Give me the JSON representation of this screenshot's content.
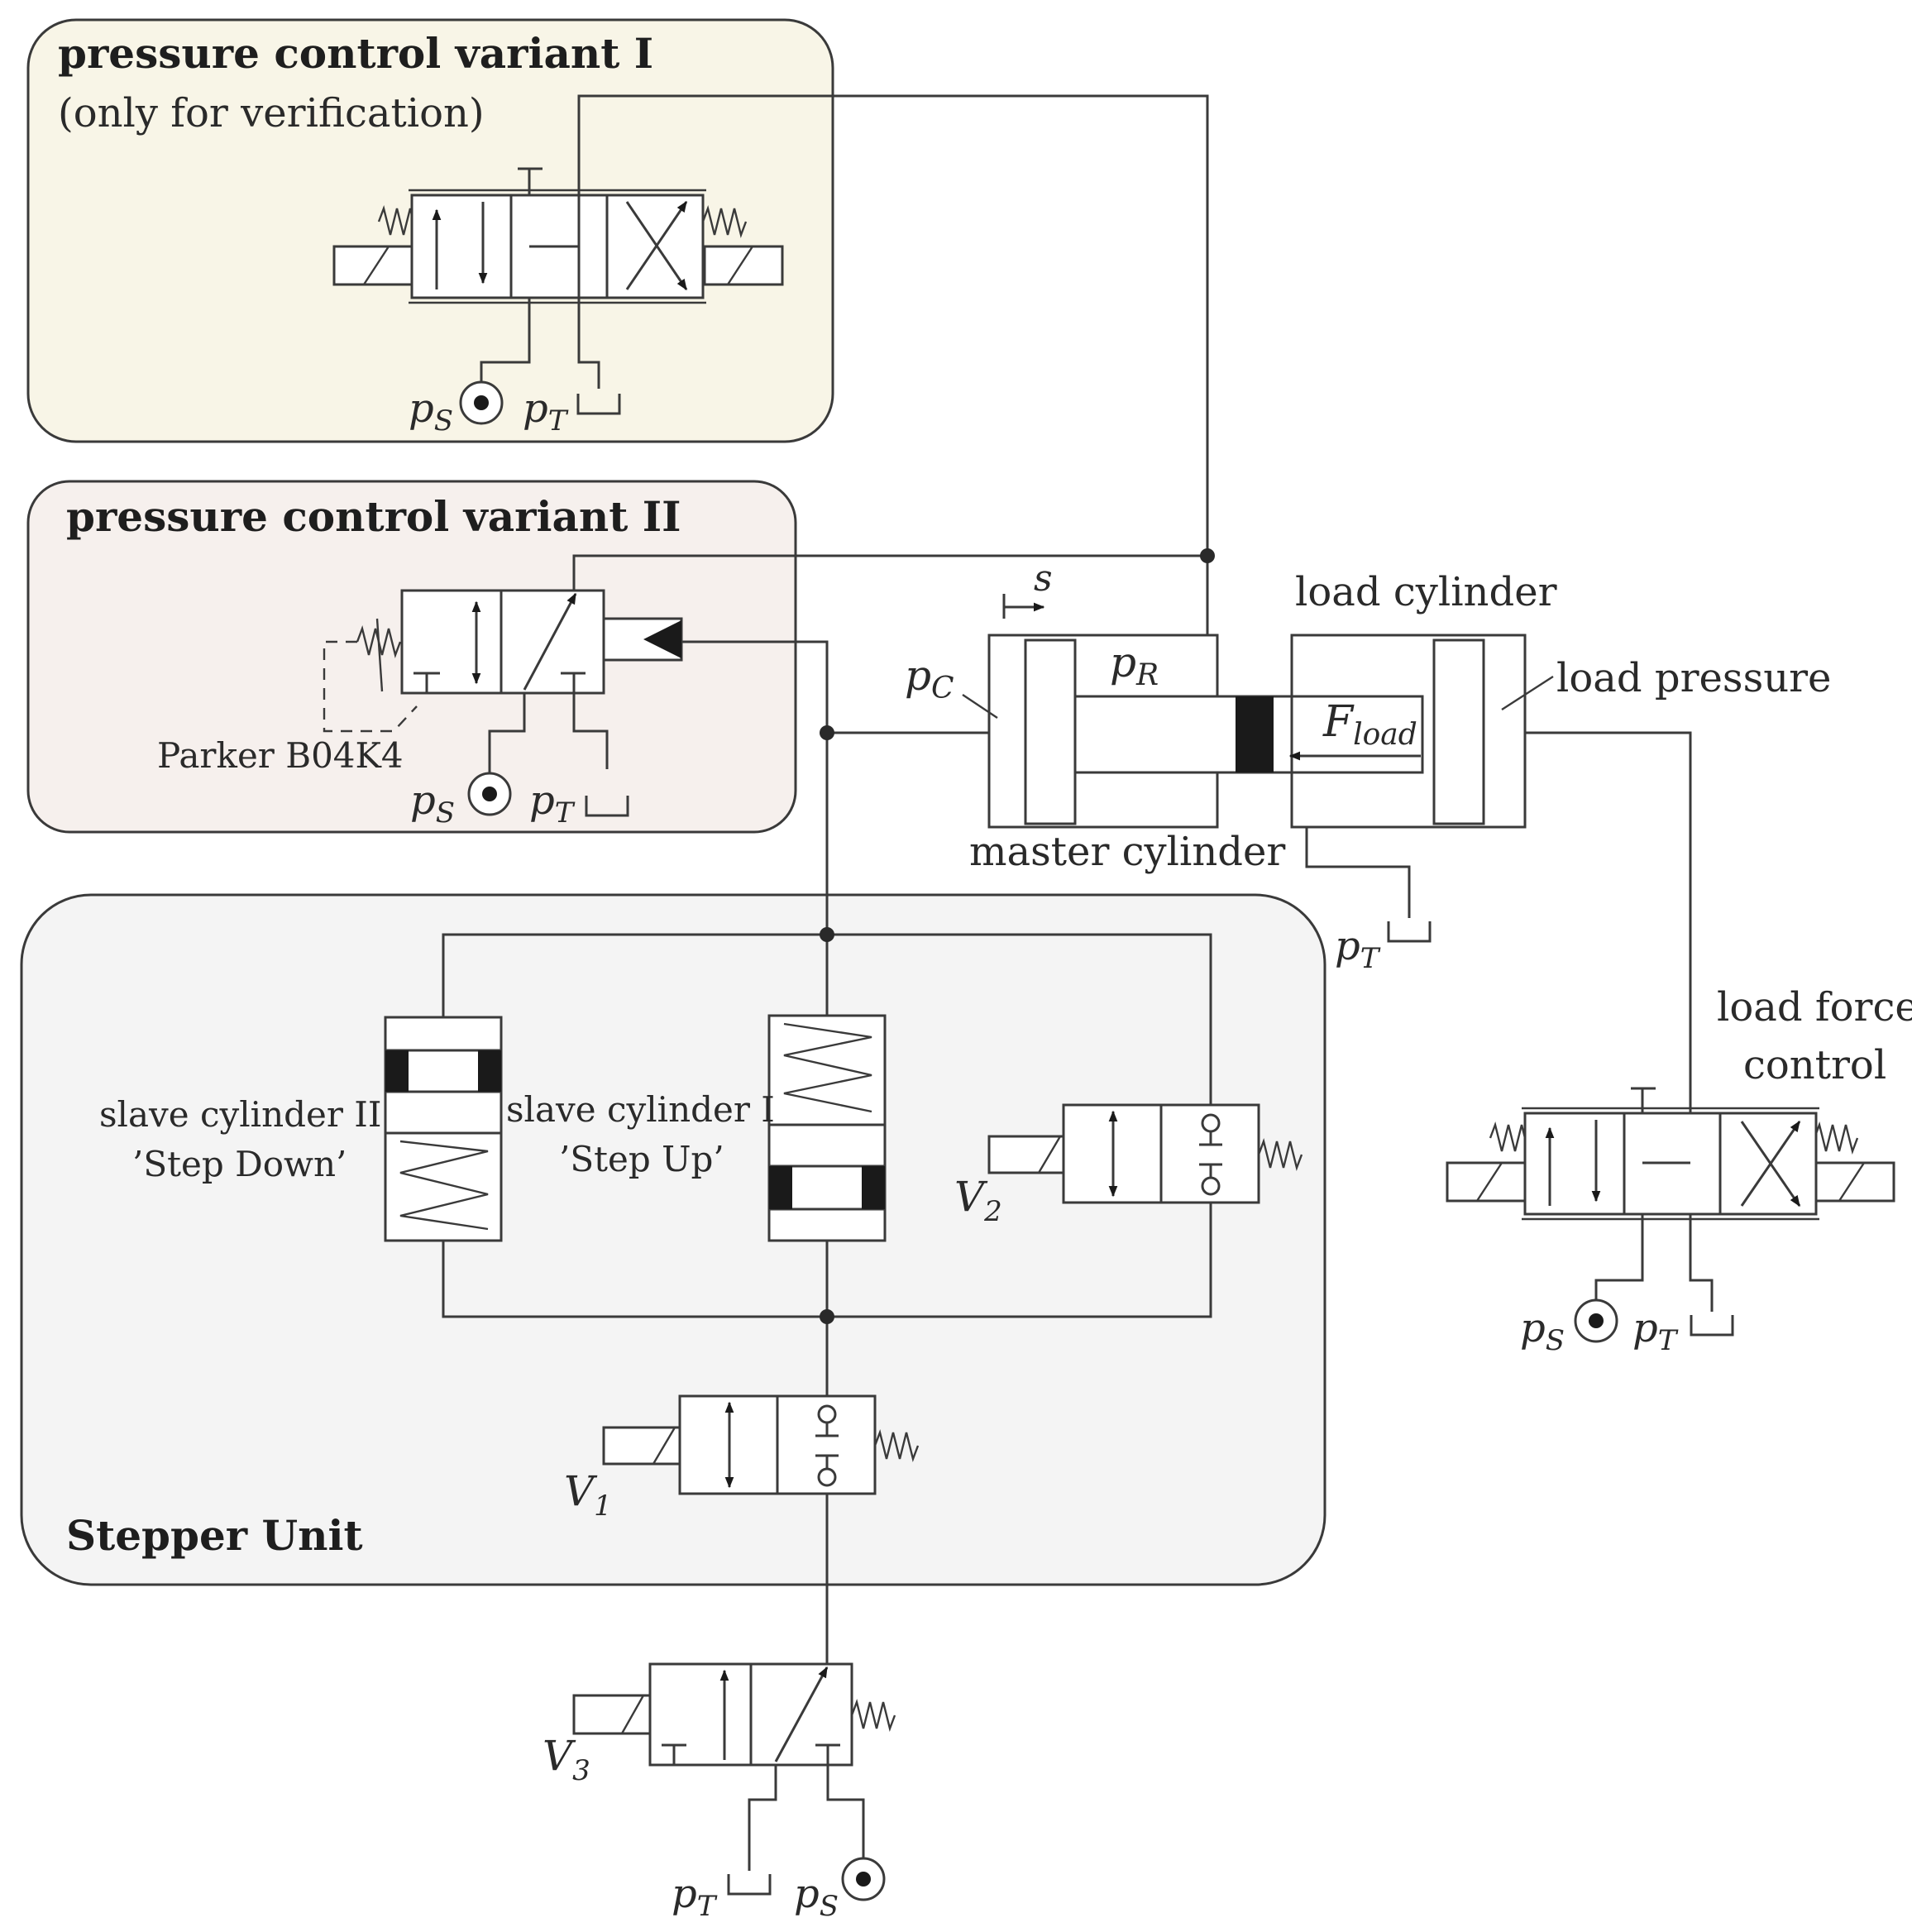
{
  "groups": {
    "variant_one": {
      "title": "pressure control variant I",
      "note": "(only for verification)",
      "fill": "#f8f5e7"
    },
    "variant_two": {
      "title": "pressure control variant II",
      "valve_label": "Parker B04K4",
      "fill": "#f6f0ed"
    },
    "stepper_unit": {
      "title": "Stepper Unit",
      "fill": "#f4f4f4"
    }
  },
  "components": {
    "master_cylinder": {
      "label": "master cylinder",
      "cap_pressure": "p",
      "cap_pressure_sub": "C",
      "rod_pressure": "p",
      "rod_pressure_sub": "R",
      "stroke": "s"
    },
    "load_cylinder": {
      "label": "load cylinder",
      "force": "F",
      "force_sub": "load",
      "pressure_label": "load pressure"
    },
    "slave_cylinder_one": {
      "line1": "slave cylinder I",
      "line2": "’Step Up’"
    },
    "slave_cylinder_two": {
      "line1": "slave cylinder II",
      "line2": "’Step Down’"
    },
    "load_force_control": {
      "line1": "load force",
      "line2": "control"
    },
    "valves": {
      "v1": {
        "symbol": "V",
        "sub": "1"
      },
      "v2": {
        "symbol": "V",
        "sub": "2"
      },
      "v3": {
        "symbol": "V",
        "sub": "3"
      }
    }
  },
  "ports": {
    "supply": {
      "symbol": "p",
      "sub": "S"
    },
    "tank": {
      "symbol": "p",
      "sub": "T"
    }
  },
  "colors": {
    "line": "#3a3a3a",
    "fill_black": "#1a1a1a"
  }
}
